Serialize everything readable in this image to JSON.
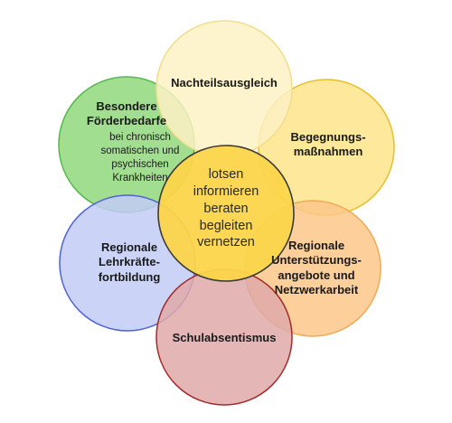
{
  "diagram": {
    "center": {
      "lines": [
        "lotsen",
        "informieren",
        "beraten",
        "begleiten",
        "vernetzen"
      ],
      "fill": "#fcd54a",
      "stroke": "#3a3a3a"
    },
    "petals": [
      {
        "id": "nachteilsausgleich",
        "title": "Nachteilsausgleich",
        "fill": "#fdf1c4",
        "stroke": "#f2dd8a"
      },
      {
        "id": "begegnung",
        "title": "Begegnungs-\nmaßnahmen",
        "fill": "#fde48a",
        "stroke": "#e6bf2a"
      },
      {
        "id": "unterstuetzung",
        "title": "Regionale\nUnterstützungs-\nangebote und\nNetzwerkarbeit",
        "fill": "#fbc78a",
        "stroke": "#efaa55"
      },
      {
        "id": "schulabsentismus",
        "title": "Schulabsentismus",
        "fill": "#dfa9a9",
        "stroke": "#a62a2a"
      },
      {
        "id": "lehrkraefte",
        "title": "Regionale\nLehrkräfte-\nfortbildung",
        "fill": "#c2cbf6",
        "stroke": "#4f63d6"
      },
      {
        "id": "foerderbedarfe",
        "title": "Besondere\nFörderbedarfe",
        "subtitle": "bei chronisch\nsomatischen und\npsychischen\nKrankheiten",
        "fill": "#9ddc8a",
        "stroke": "#54b84a"
      }
    ]
  }
}
